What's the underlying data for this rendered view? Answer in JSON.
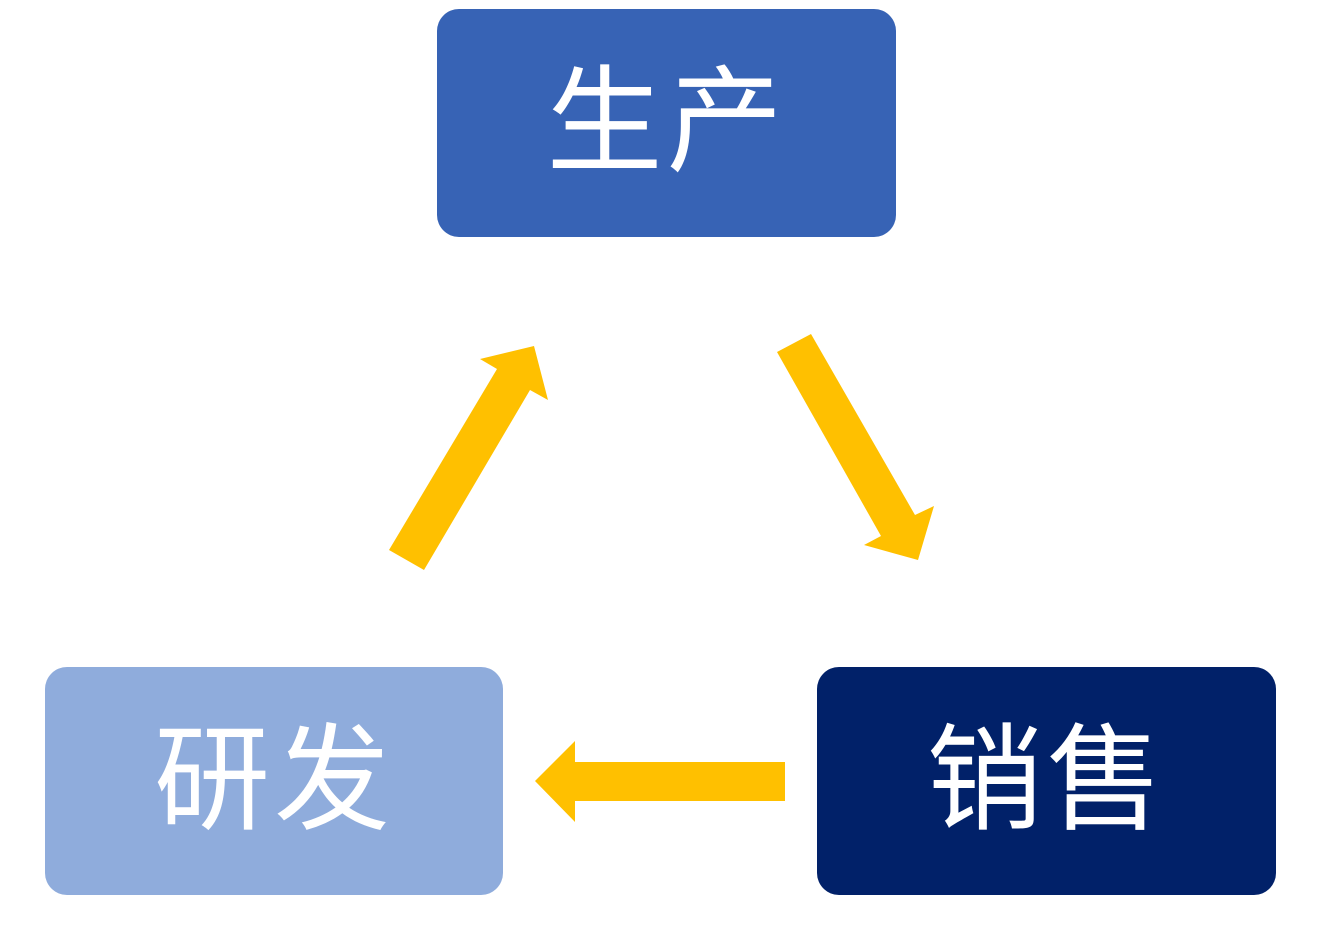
{
  "diagram": {
    "nodes": [
      {
        "id": "production",
        "label": "生产",
        "color": "#3763B5"
      },
      {
        "id": "sales",
        "label": "销售",
        "color": "#012169"
      },
      {
        "id": "rnd",
        "label": "研发",
        "color": "#8FACDC"
      }
    ],
    "edges": [
      {
        "from": "production",
        "to": "sales"
      },
      {
        "from": "sales",
        "to": "rnd"
      },
      {
        "from": "rnd",
        "to": "production"
      }
    ],
    "arrow_color": "#FFC000"
  }
}
